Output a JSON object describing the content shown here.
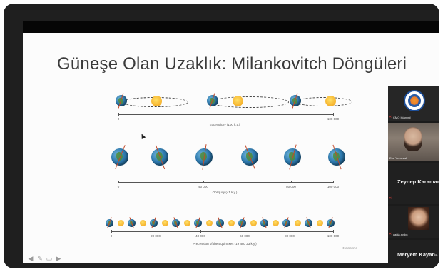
{
  "slide": {
    "title": "Güneşe Olan Uzaklık: Milankovitch Döngüleri",
    "eccentricity": {
      "tick_labels": [
        "0",
        "100 000"
      ],
      "caption": "Eccentricity (100 k.y.)"
    },
    "obliquity": {
      "tick_labels": [
        "0",
        "40 000",
        "80 000",
        "100 000"
      ],
      "caption": "Obliquity (41 k.y.)"
    },
    "precession": {
      "tick_labels": [
        "0",
        "20 000",
        "40 000",
        "60 000",
        "80 000",
        "100 000"
      ],
      "caption": "Precession of the Equinoxes (19 and 23 k.y.)"
    },
    "copyright": "© COSERC"
  },
  "participants": [
    {
      "name": "ÇMO İstanbul"
    },
    {
      "name": "Ece Yavuzaslı"
    },
    {
      "name": "Zeynep Karamanli"
    },
    {
      "name": "çağla aydın"
    },
    {
      "name": "Meryem Kayan-..."
    }
  ],
  "toolbar": {
    "icons": [
      "arrow-left-icon",
      "pen-icon",
      "slides-icon",
      "arrow-right-icon"
    ]
  },
  "colors": {
    "mic_muted": "#e0403a",
    "sidebar_bg": "#1b1b1b",
    "frame_bg": "#1f1f1f"
  }
}
